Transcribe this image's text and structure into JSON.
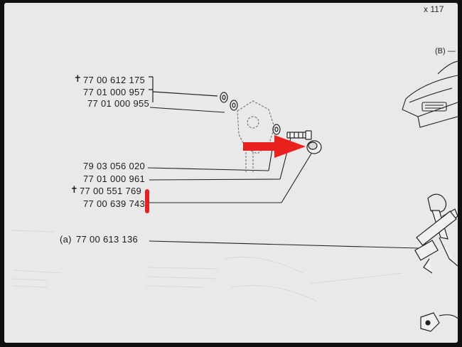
{
  "header": {
    "corner_ref": "x 117"
  },
  "reference_marker": {
    "label": "(B) —"
  },
  "parts_group_1": {
    "items": [
      {
        "dagger": "✝",
        "number": "77 00 612 175"
      },
      {
        "dagger": "",
        "number": "77 01 000 957"
      },
      {
        "dagger": "",
        "number": "77 01 000 955"
      }
    ]
  },
  "parts_group_2": {
    "items": [
      {
        "dagger": "",
        "number": "79 03 056 020"
      },
      {
        "dagger": "",
        "number": "77 01 000 961"
      },
      {
        "dagger": "✝",
        "number": "77 00 551 769"
      },
      {
        "dagger": "",
        "number": "77 00 639 743"
      }
    ]
  },
  "jack_part": {
    "prefix": "(a)",
    "number": "77 00 613 136"
  },
  "highlight": {
    "arrow_color": "#e8211f",
    "marker_color": "#e8211f",
    "highlighted_numbers": [
      "77 00 551 769",
      "77 00 639 743"
    ]
  }
}
